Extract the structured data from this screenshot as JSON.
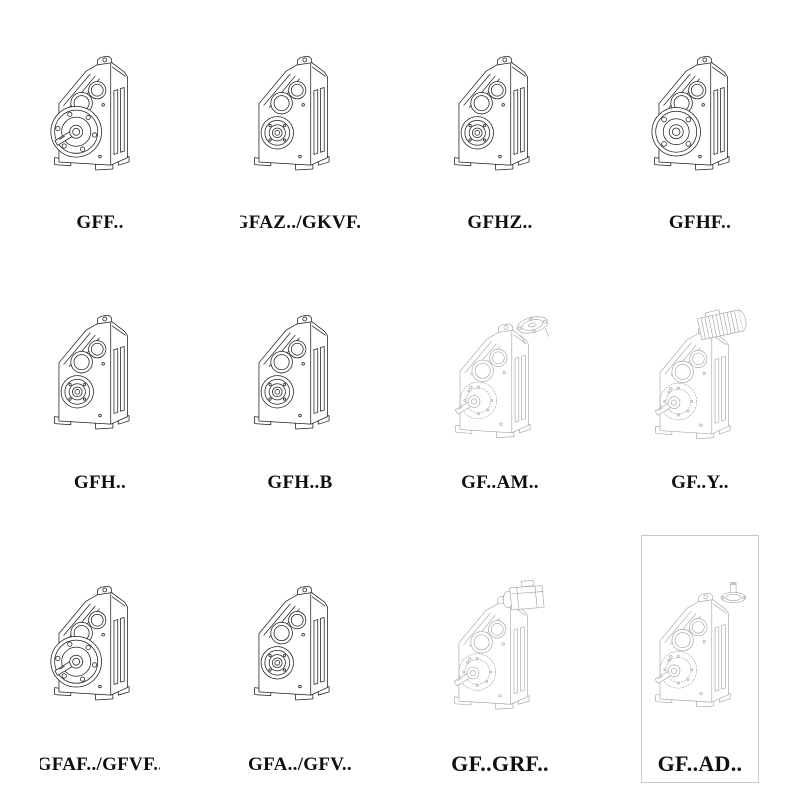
{
  "page": {
    "background": "#ffffff"
  },
  "style": {
    "line_color": "#1f1f1f",
    "light_line_color": "#9b9b9b",
    "label_color": "#0f0f0f",
    "cell_border_color": "#c8c8c8"
  },
  "figures": [
    {
      "label": "GFF..",
      "variant": "flange-mounted-solid-shaft",
      "render": "dark"
    },
    {
      "label": "GFAZ../GKVF..",
      "variant": "hollow-shaft",
      "render": "dark"
    },
    {
      "label": "GFHZ..",
      "variant": "hollow-shaft",
      "render": "dark"
    },
    {
      "label": "GFHF..",
      "variant": "flange-mounted",
      "render": "dark"
    },
    {
      "label": "GFH..",
      "variant": "hollow-shaft",
      "render": "dark"
    },
    {
      "label": "GFH..B",
      "variant": "hollow-shaft-foot-mounted",
      "render": "dark"
    },
    {
      "label": "GF..AM..",
      "variant": "iec-motor-adapter",
      "render": "light"
    },
    {
      "label": "GF..Y..",
      "variant": "motor-mounted",
      "render": "light"
    },
    {
      "label": "GFAF../GFVF..",
      "variant": "flange-mounted-solid-shaft",
      "render": "dark"
    },
    {
      "label": "GFA../GFV..",
      "variant": "hollow-shaft",
      "render": "dark"
    },
    {
      "label": "GF..GRF..",
      "variant": "combined-input-gear-unit",
      "render": "light"
    },
    {
      "label": "GF..AD..",
      "variant": "input-shaft-adapter",
      "render": "light"
    }
  ]
}
